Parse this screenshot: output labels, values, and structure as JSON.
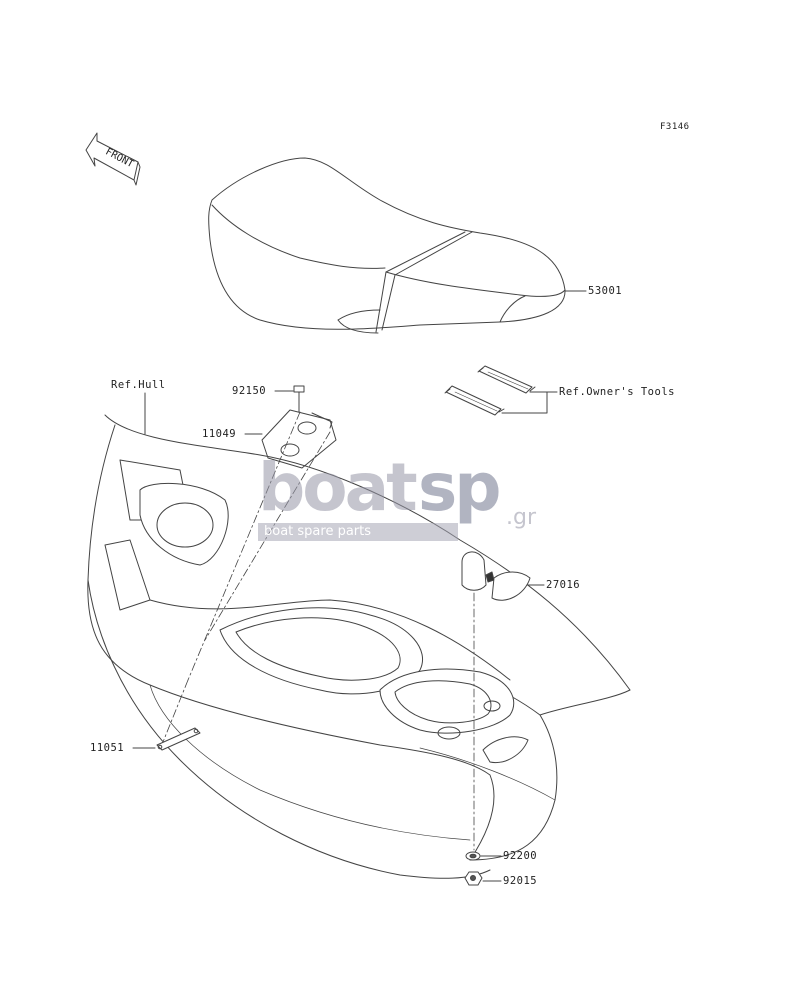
{
  "figure_code": "F3146",
  "front_arrow": "FRONT",
  "labels": {
    "seat": "53001",
    "owners_tools": "Ref.Owner's Tools",
    "ref_hull": "Ref.Hull",
    "bolt": "92150",
    "bracket": "11049",
    "latch": "27016",
    "plate": "11051",
    "washer": "92200",
    "nut": "92015"
  },
  "watermark": {
    "brand_a": "boat",
    "brand_b": "sp",
    "domain": ".gr",
    "tagline": "boat spare parts"
  },
  "colors": {
    "line": "#444444",
    "watermark": "#9696a5"
  }
}
